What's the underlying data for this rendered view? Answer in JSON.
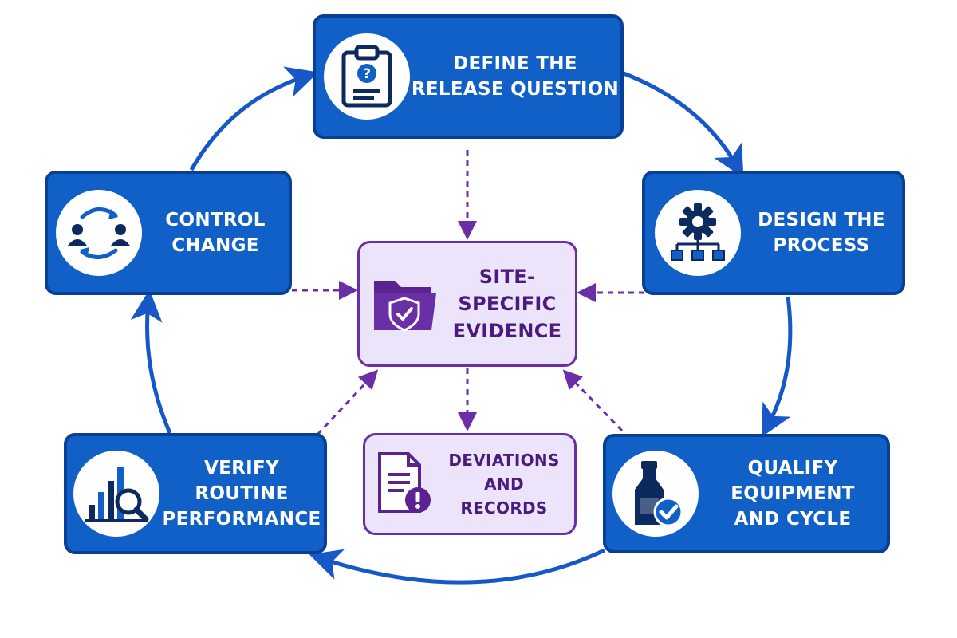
{
  "colors": {
    "node_fill": "#1060c8",
    "node_border": "#0a3f96",
    "icon_dark": "#0c2a5e",
    "icon_accent": "#1060c8",
    "cycle_arrow": "#1658c8",
    "evidence_border": "#6a2fa6",
    "evidence_fill": "#ece4fb",
    "evidence_text": "#4a1a7e",
    "dashed_arrow": "#6a2fa6"
  },
  "nodes": {
    "define": {
      "line1": "DEFINE THE",
      "line2": "RELEASE QUESTION",
      "icon": "clipboard-question-icon"
    },
    "design": {
      "line1": "DESIGN THE",
      "line2": "PROCESS",
      "icon": "gear-flowchart-icon"
    },
    "qualify": {
      "line1": "QUALIFY EQUIPMENT",
      "line2": "AND CYCLE",
      "icon": "bottle-check-icon"
    },
    "verify": {
      "line1": "VERIFY ROUTINE",
      "line2": "PERFORMANCE",
      "icon": "bar-chart-magnifier-icon"
    },
    "control": {
      "line1": "CONTROL",
      "line2": "CHANGE",
      "icon": "people-cycle-icon"
    }
  },
  "evidence": {
    "line1": "SITE-SPECIFIC",
    "line2": "EVIDENCE",
    "icon": "folder-shield-icon"
  },
  "deviations": {
    "line1": "DEVIATIONS AND",
    "line2": "RECORDS",
    "icon": "document-alert-icon"
  }
}
